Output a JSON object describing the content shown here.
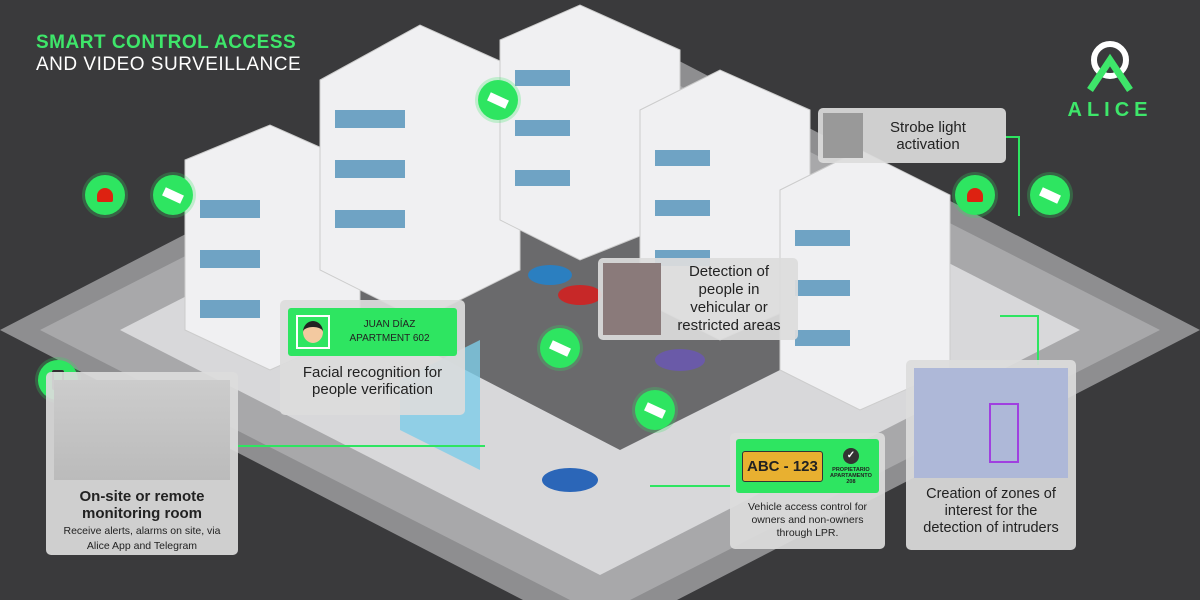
{
  "title": {
    "line1": "SMART CONTROL ACCESS",
    "line2": "AND VIDEO SURVEILLANCE"
  },
  "logo": {
    "text": "ALICE"
  },
  "callouts": {
    "strobe": "Strobe light activation",
    "detection": "Detection of people in vehicular or restricted areas",
    "facial": {
      "name": "JUAN DÍAZ",
      "apartment": "APARTMENT 602",
      "caption": "Facial recognition for people verification"
    },
    "monitoring": {
      "heading": "On-site or remote monitoring room",
      "text": "Receive alerts, alarms on site, via Alice App and Telegram"
    },
    "lpr": {
      "plate": "ABC - 123",
      "owner1": "PROPIETARIO",
      "owner2": "APARTAMENTO 208",
      "caption": "Vehicle access control for owners and non-owners through LPR."
    },
    "zones": "Creation of zones of interest for the detection of intruders"
  },
  "colors": {
    "accent": "#2ee561",
    "background": "#3a3a3c",
    "plate": "#e8b030"
  }
}
